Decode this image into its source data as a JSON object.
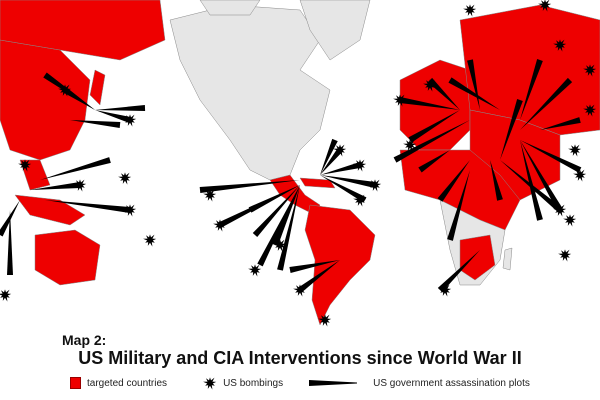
{
  "map": {
    "subtitle": "Map 2:",
    "title": "US Military and CIA Interventions since World War II",
    "legend": [
      {
        "label": "targeted countries",
        "symbol": "red-square"
      },
      {
        "label": "US bombings",
        "symbol": "explosion"
      },
      {
        "label": "US government assassination plots",
        "symbol": "wedge-line"
      }
    ],
    "colors": {
      "targeted": "#ee0000",
      "other": "#e6e6e6",
      "border": "#888888",
      "marker": "#000000"
    }
  }
}
